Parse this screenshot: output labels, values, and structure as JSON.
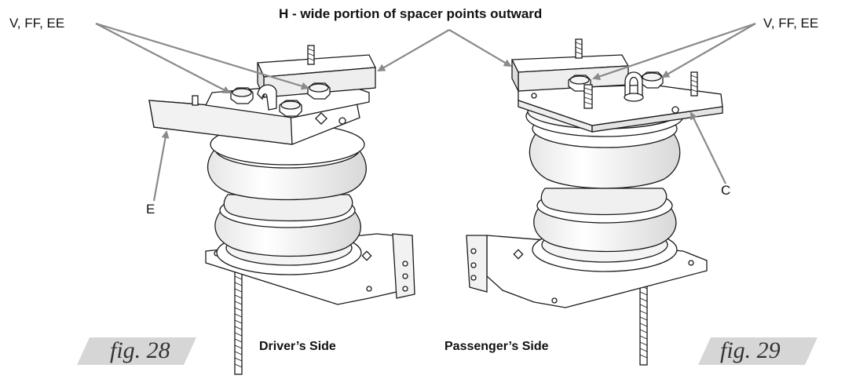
{
  "labels": {
    "top_heading": "H - wide portion of spacer points outward",
    "left_fasteners": "V, FF, EE",
    "right_fasteners": "V, FF, EE",
    "part_e": "E",
    "part_c": "C"
  },
  "captions": {
    "driver": "Driver’s Side",
    "passenger": "Passenger’s Side"
  },
  "figures": {
    "left": "fig. 28",
    "right": "fig. 29"
  },
  "colors": {
    "arrow": "#8a8a8a",
    "fig_tab": "#d6d6d6",
    "line": "#1a1a1a"
  }
}
